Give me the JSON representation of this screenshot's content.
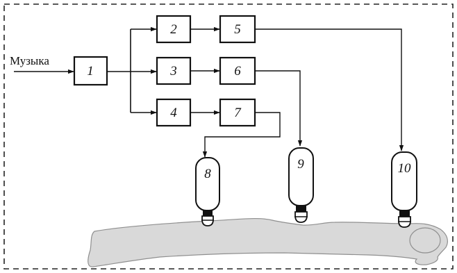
{
  "input_label": "Музыка",
  "blocks": [
    {
      "id": "1",
      "label": "1"
    },
    {
      "id": "2",
      "label": "2"
    },
    {
      "id": "3",
      "label": "3"
    },
    {
      "id": "4",
      "label": "4"
    },
    {
      "id": "5",
      "label": "5"
    },
    {
      "id": "6",
      "label": "6"
    },
    {
      "id": "7",
      "label": "7"
    }
  ],
  "devices": [
    {
      "id": "8",
      "label": "8"
    },
    {
      "id": "9",
      "label": "9"
    },
    {
      "id": "10",
      "label": "10"
    }
  ],
  "colors": {
    "line": "#111111",
    "body_fill": "#d9d9d9",
    "body_stroke": "#8f8f8f",
    "frame": "#222222"
  }
}
